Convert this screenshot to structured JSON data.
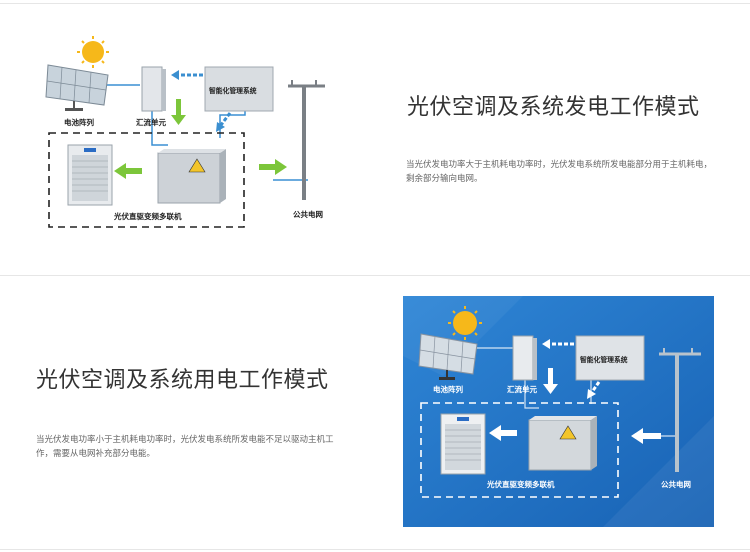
{
  "section1": {
    "title": "光伏空调及系统发电工作模式",
    "description": "当光伏发电功率大于主机耗电功率时，光伏发电系统所发电能部分用于主机耗电，剩余部分输向电网。",
    "diagram": {
      "solar_array_label": "电池阵列",
      "combiner_label": "汇流单元",
      "management_label": "智能化管理系统",
      "vrf_unit_label": "光伏直驱变频多联机",
      "grid_label": "公共电网"
    }
  },
  "section2": {
    "title": "光伏空调及系统用电工作模式",
    "description": "当光伏发电功率小于主机耗电功率时，光伏发电系统所发电能不足以驱动主机工作，需要从电网补充部分电能。",
    "diagram": {
      "solar_array_label": "电池阵列",
      "combiner_label": "汇流单元",
      "management_label": "智能化管理系统",
      "vrf_unit_label": "光伏直驱变频多联机",
      "grid_label": "公共电网"
    }
  },
  "colors": {
    "arrow_green": "#7cc63a",
    "arrow_blue": "#3b8fd0",
    "wire_blue": "#3a8fd3",
    "diagram2_bg": "#1d6fc1"
  }
}
